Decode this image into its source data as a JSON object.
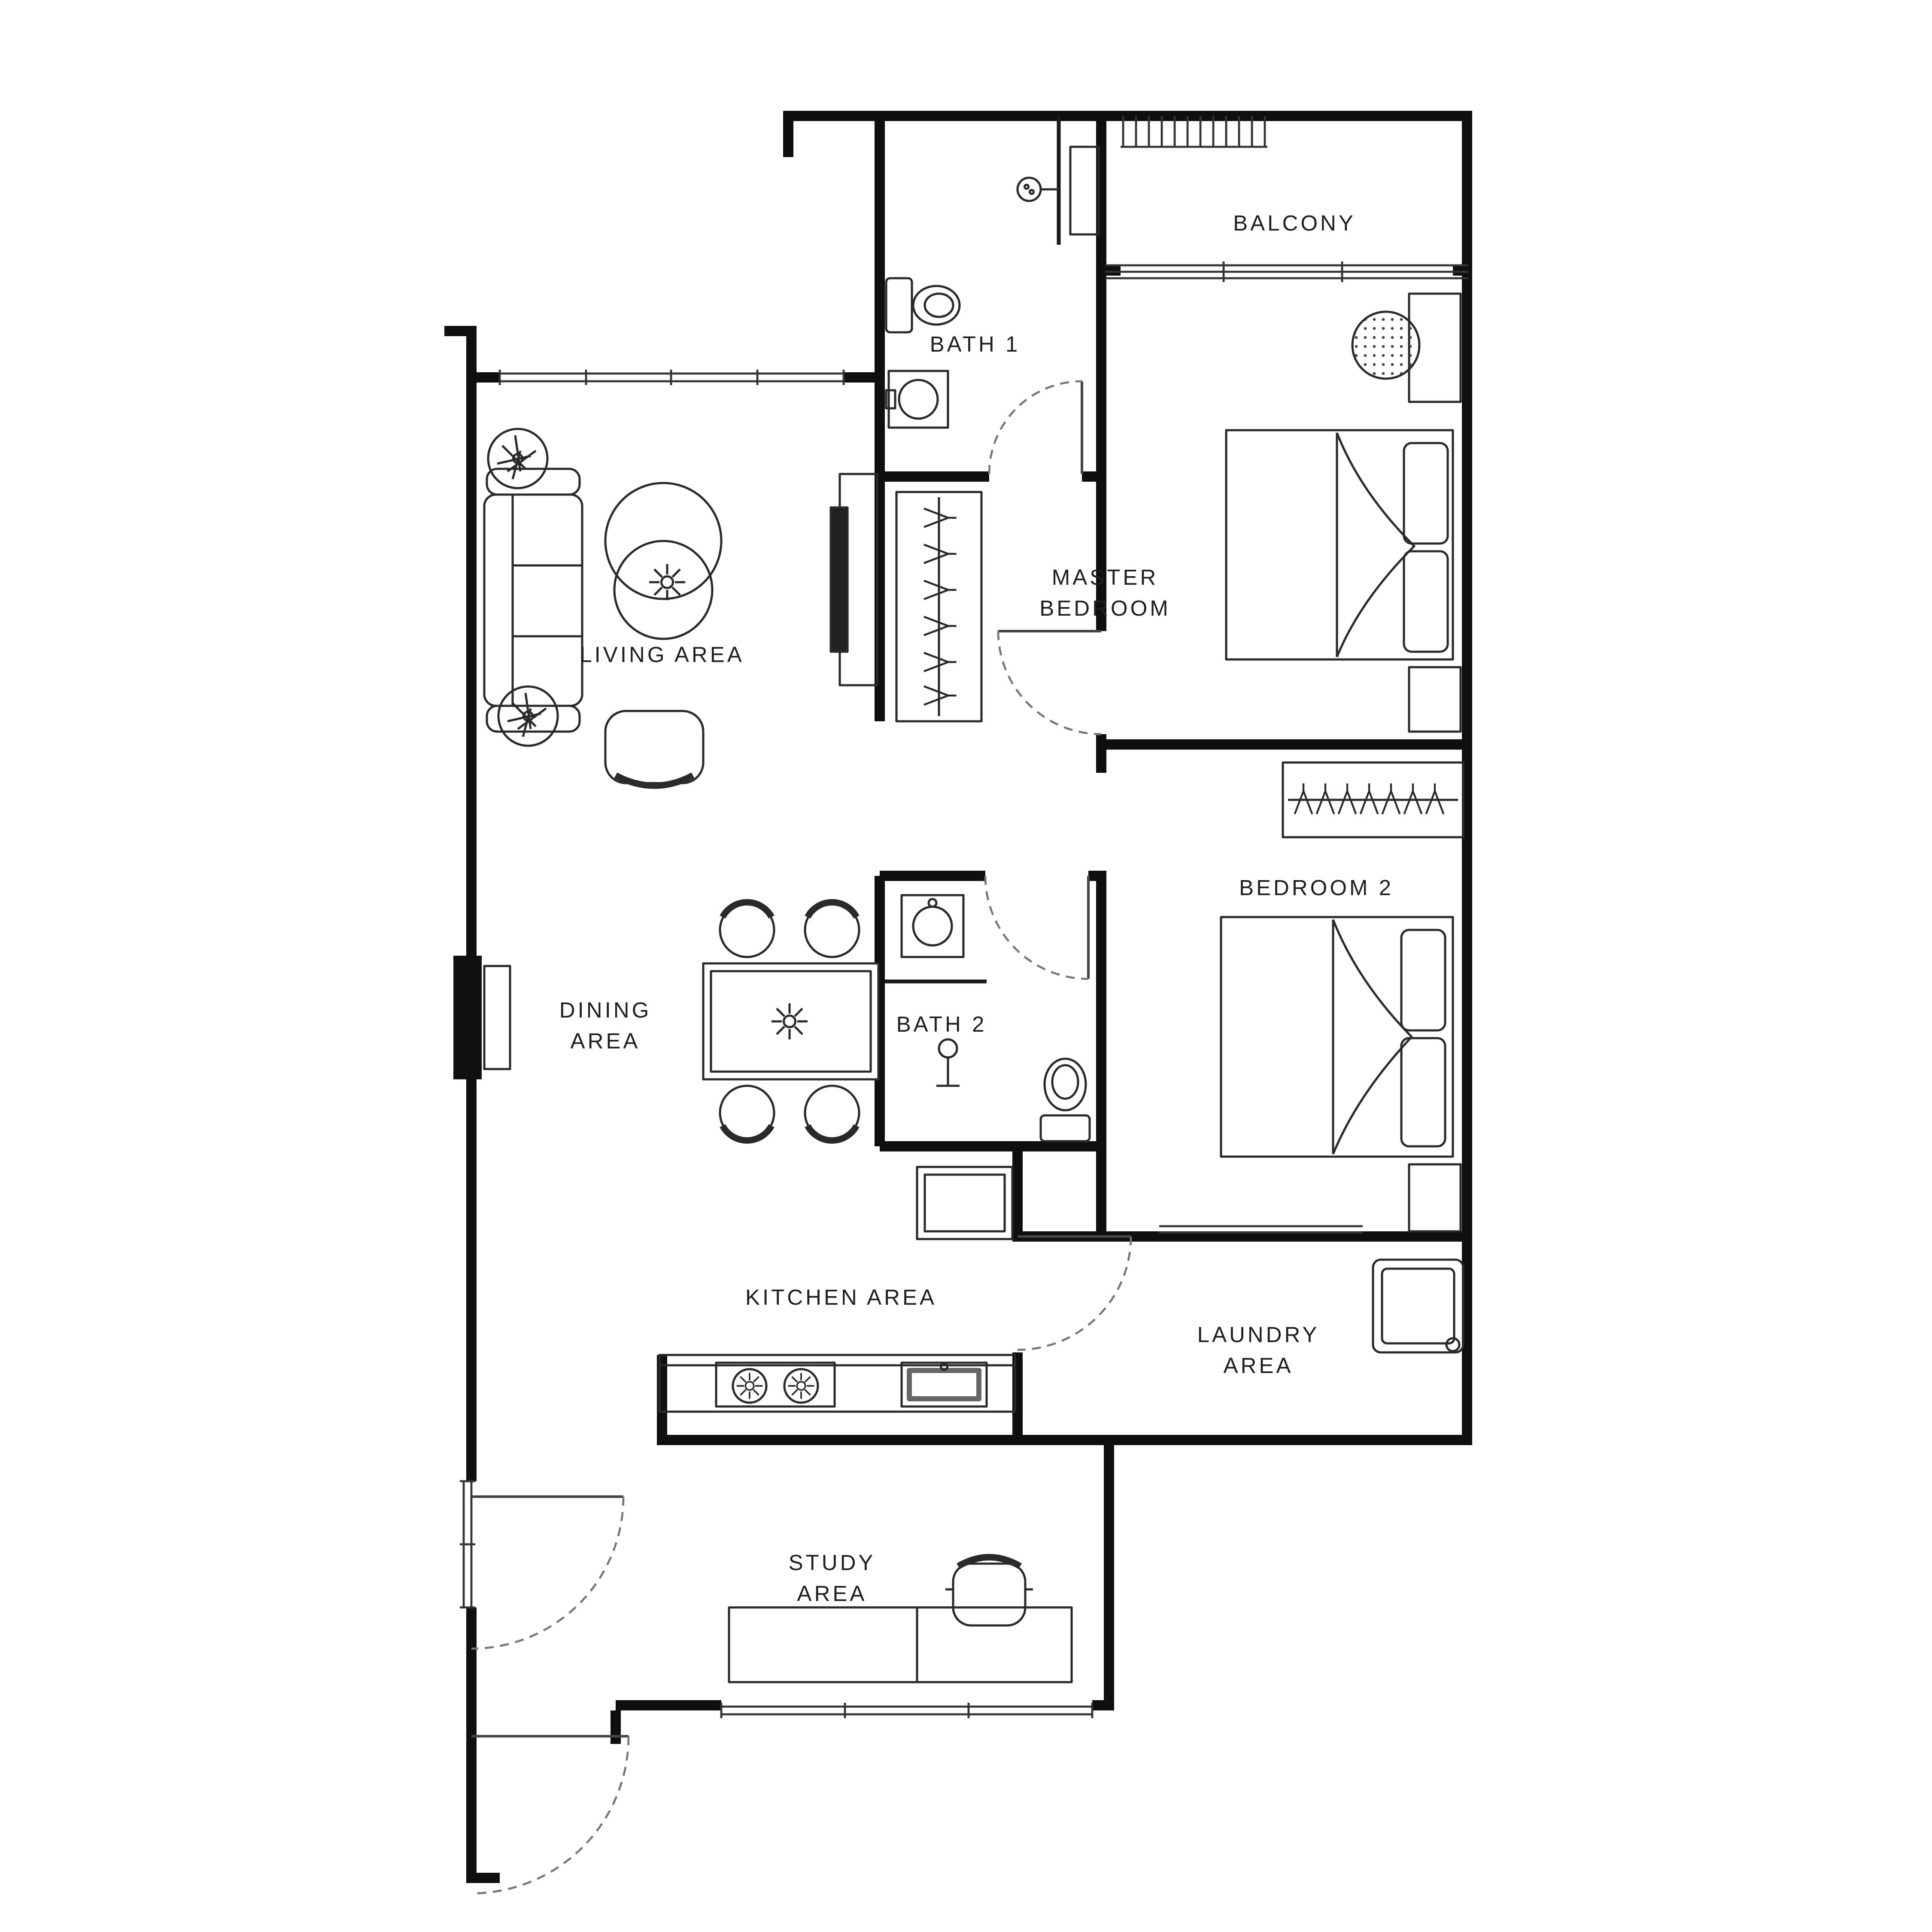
{
  "labels": {
    "balcony": "BALCONY",
    "bath1": "BATH 1",
    "master_bedroom_line1": "MASTER",
    "master_bedroom_line2": "BEDROOM",
    "living_area": "LIVING AREA",
    "bedroom2": "BEDROOM 2",
    "dining_area_line1": "DINING",
    "dining_area_line2": "AREA",
    "bath2": "BATH 2",
    "kitchen_area": "KITCHEN AREA",
    "laundry_area_line1": "LAUNDRY",
    "laundry_area_line2": "AREA",
    "study_area_line1": "STUDY",
    "study_area_line2": "AREA"
  },
  "colors": {
    "background": "#ffffff",
    "wall": "#0f0f0f",
    "line": "#2a2a2a",
    "door_arc": "#777777"
  }
}
